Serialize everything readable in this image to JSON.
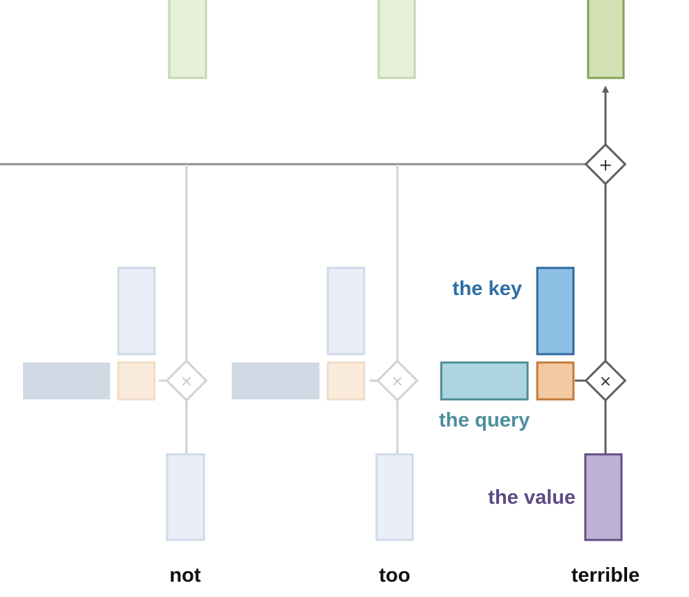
{
  "words": [
    {
      "id": "not",
      "text": "not",
      "active": false
    },
    {
      "id": "too",
      "text": "too",
      "active": false
    },
    {
      "id": "terrible",
      "text": "terrible",
      "active": true
    }
  ],
  "labels": {
    "key": "the key",
    "query": "the query",
    "value": "the value"
  },
  "operators": {
    "multiply": "×",
    "add": "+"
  },
  "colors": {
    "output": "#d2e0b4",
    "output_border": "#86a259",
    "key": "#8ebfe4",
    "key_border": "#2f6a9e",
    "query": "#acd5df",
    "query_border": "#4f8c99",
    "value": "#bdb1d4",
    "value_border": "#634d85",
    "score": "#f3c9a1",
    "score_border": "#c47a3a",
    "key_label": "#2d6ea5",
    "query_label": "#4c8e9d",
    "value_label": "#5c4a85",
    "faded_output": "#e6efd8",
    "faded_output_border": "#c6d7b0",
    "faded_key": "#e9eef7",
    "faded_key_border": "#cfd9e8",
    "faded_query": "#d1d9e5",
    "faded_score": "#faebdc",
    "faded_score_border": "#f0dcc6",
    "faded_line": "#d2d2d2",
    "line": "#5f5f5f"
  }
}
